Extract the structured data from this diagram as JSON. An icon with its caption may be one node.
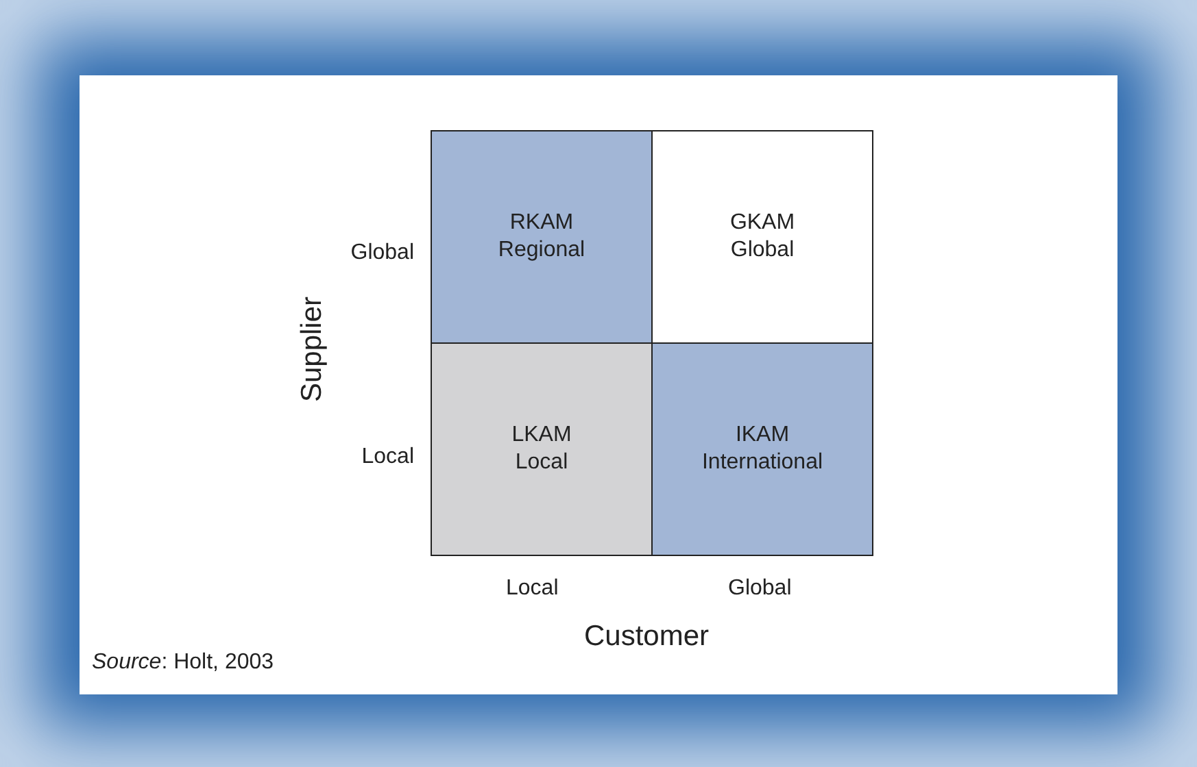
{
  "diagram": {
    "nodes": [
      {
        "text": [
          "RKAM",
          "Regional"
        ]
      },
      {
        "text": [
          "GKAM",
          "Global"
        ]
      },
      {
        "text": [
          "LKAM",
          "Local"
        ]
      },
      {
        "text": [
          "IKAM",
          "International"
        ]
      }
    ],
    "labels": [
      "Global",
      "Supplier",
      "Local",
      "Local",
      "Global",
      "Customer",
      "*Source*: Holt, 2003"
    ]
  }
}
